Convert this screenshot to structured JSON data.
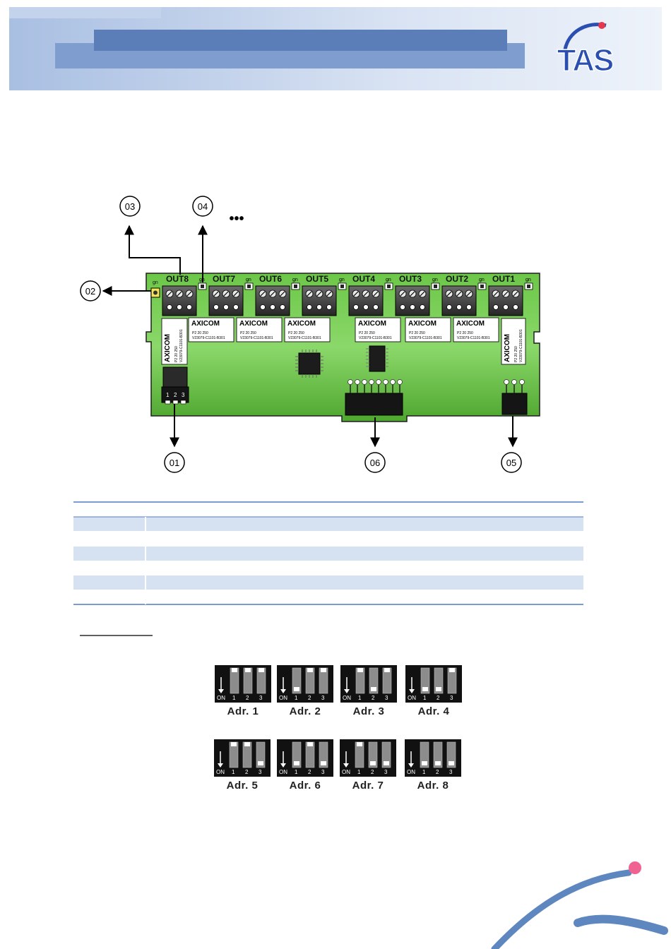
{
  "header": {
    "logo_text": "TAS",
    "colors": {
      "band_dark": "#5b7db8",
      "band_light": "#b9c9e6",
      "logo_blue": "#2a4fb0",
      "logo_red": "#e8364a"
    }
  },
  "board": {
    "outputs": [
      "OUT8",
      "OUT7",
      "OUT6",
      "OUT5",
      "OUT4",
      "OUT3",
      "OUT2",
      "OUT1"
    ],
    "led_label": "gn",
    "relay_brand": "AXICOM",
    "relay_line1": "P2 20 250",
    "relay_line2": "V23079-C1101-B301",
    "dip_numbers": [
      "1",
      "2",
      "3"
    ],
    "colors": {
      "pcb": "#5fb83a",
      "pcb_light": "#9be07a"
    }
  },
  "callouts": {
    "c01": "01",
    "c02": "02",
    "c03": "03",
    "c04": "04",
    "c05": "05",
    "c06": "06",
    "more": "•••"
  },
  "table": {
    "rows": 6,
    "colors": {
      "rule": "#4f7bc4",
      "band": "#d6e1f2"
    }
  },
  "dip_switches": {
    "on_label": "ON",
    "numbers": [
      "1",
      "2",
      "3"
    ],
    "addresses": [
      {
        "label": "Adr. 1",
        "pos": [
          "up",
          "up",
          "up"
        ]
      },
      {
        "label": "Adr. 2",
        "pos": [
          "down",
          "up",
          "up"
        ]
      },
      {
        "label": "Adr. 3",
        "pos": [
          "up",
          "down",
          "up"
        ]
      },
      {
        "label": "Adr. 4",
        "pos": [
          "down",
          "down",
          "up"
        ]
      },
      {
        "label": "Adr. 5",
        "pos": [
          "up",
          "up",
          "down"
        ]
      },
      {
        "label": "Adr. 6",
        "pos": [
          "down",
          "up",
          "down"
        ]
      },
      {
        "label": "Adr. 7",
        "pos": [
          "up",
          "down",
          "down"
        ]
      },
      {
        "label": "Adr. 8",
        "pos": [
          "down",
          "down",
          "down"
        ]
      }
    ]
  },
  "footer": {
    "colors": {
      "swoosh": "#5e86bf",
      "dot": "#f06292"
    }
  }
}
